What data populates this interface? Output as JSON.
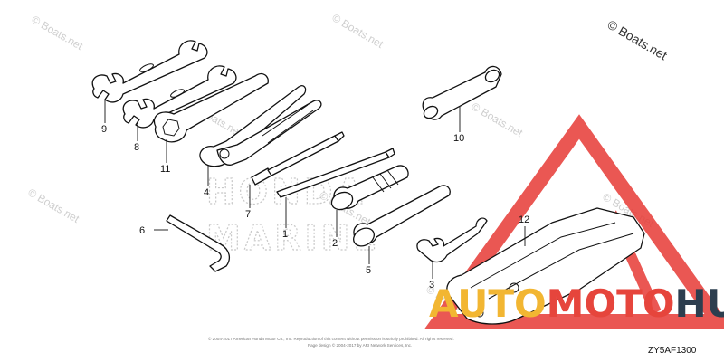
{
  "watermarks": {
    "main": "© Boats.net",
    "tiles": [
      "© Boats.net",
      "© Boats.net",
      "© Boats.net",
      "© Boats.net",
      "© Boats.net",
      "© Boats.net",
      "© Boats.net",
      "© Boats.net"
    ]
  },
  "background_brand": {
    "line1": "HONDA",
    "line2": "MARINE"
  },
  "callouts": {
    "c1": "1",
    "c2": "2",
    "c3": "3",
    "c4": "4",
    "c5": "5",
    "c6": "6",
    "c7": "7",
    "c8": "8",
    "c9": "9",
    "c10": "10",
    "c11": "11",
    "c12": "12"
  },
  "footer": {
    "copyright_line1": "© 2004-2017 American Honda Motor Co., Inc. Reproduction of this content without permission is strictly prohibited. All rights reserved.",
    "copyright_line2": "Page design © 2004-2017 by ARI Network Services, Inc.",
    "diagram_code": "ZY5AF1300"
  },
  "logo": {
    "auto": "AUTO",
    "moto": "MOTO",
    "hub": "HUB"
  },
  "colors": {
    "logo_yellow": "#f2b632",
    "logo_red": "#e6453c",
    "logo_navy": "#2d3e4f",
    "triangle_red": "#e63a35"
  }
}
